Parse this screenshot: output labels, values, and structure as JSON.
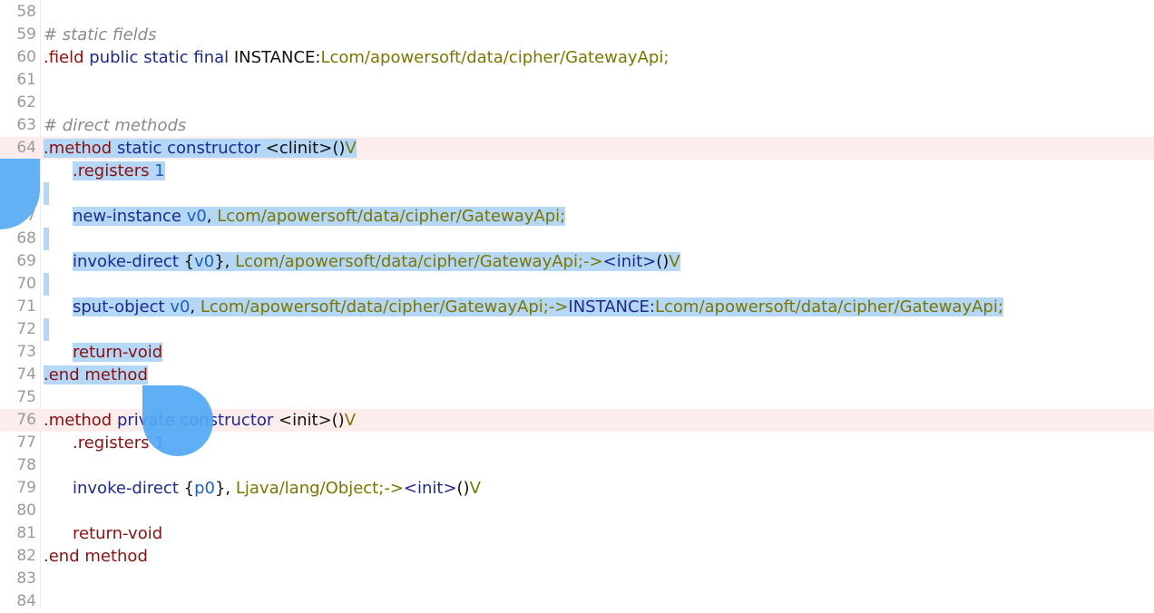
{
  "lines": [
    {
      "n": "58",
      "tokens": []
    },
    {
      "n": "59",
      "tokens": [
        {
          "c": "comment",
          "t": "# static fields"
        }
      ]
    },
    {
      "n": "60",
      "tokens": [
        {
          "c": "directive",
          "t": ".field"
        },
        {
          "c": "plain",
          "t": " "
        },
        {
          "c": "keyword",
          "t": "public"
        },
        {
          "c": "plain",
          "t": " "
        },
        {
          "c": "keyword",
          "t": "static"
        },
        {
          "c": "plain",
          "t": " "
        },
        {
          "c": "keyword",
          "t": "final"
        },
        {
          "c": "plain",
          "t": " INSTANCE:"
        },
        {
          "c": "type",
          "t": "Lcom/apowersoft/data/cipher/GatewayApi;"
        }
      ]
    },
    {
      "n": "61",
      "tokens": []
    },
    {
      "n": "62",
      "tokens": []
    },
    {
      "n": "63",
      "tokens": [
        {
          "c": "comment",
          "t": "# direct methods"
        }
      ]
    },
    {
      "n": "64",
      "hl": true,
      "tokens": [
        {
          "c": "directive",
          "t": ".method"
        },
        {
          "c": "plain",
          "t": " "
        },
        {
          "c": "keyword",
          "t": "static"
        },
        {
          "c": "plain",
          "t": " "
        },
        {
          "c": "keyword",
          "t": "constructor"
        },
        {
          "c": "plain",
          "t": " <clinit>()"
        },
        {
          "c": "type",
          "t": "V"
        }
      ]
    },
    {
      "n": "65",
      "indent": true,
      "tokens": [
        {
          "c": "directive",
          "t": ".registers"
        },
        {
          "c": "plain",
          "t": " "
        },
        {
          "c": "number",
          "t": "1"
        }
      ]
    },
    {
      "n": "66",
      "tokens": []
    },
    {
      "n": "67",
      "indent": true,
      "tokens": [
        {
          "c": "keyword",
          "t": "new-instance"
        },
        {
          "c": "plain",
          "t": " "
        },
        {
          "c": "reg",
          "t": "v0"
        },
        {
          "c": "plain",
          "t": ", "
        },
        {
          "c": "type",
          "t": "Lcom/apowersoft/data/cipher/GatewayApi;"
        }
      ]
    },
    {
      "n": "68",
      "tokens": []
    },
    {
      "n": "69",
      "indent": true,
      "tokens": [
        {
          "c": "keyword",
          "t": "invoke-direct"
        },
        {
          "c": "plain",
          "t": " {"
        },
        {
          "c": "reg",
          "t": "v0"
        },
        {
          "c": "plain",
          "t": "}, "
        },
        {
          "c": "type",
          "t": "Lcom/apowersoft/data/cipher/GatewayApi;"
        },
        {
          "c": "op",
          "t": "->"
        },
        {
          "c": "keyword",
          "t": "<init>"
        },
        {
          "c": "plain",
          "t": "()"
        },
        {
          "c": "type",
          "t": "V"
        }
      ]
    },
    {
      "n": "70",
      "tokens": []
    },
    {
      "n": "71",
      "indent": true,
      "tokens": [
        {
          "c": "keyword",
          "t": "sput-object"
        },
        {
          "c": "plain",
          "t": " "
        },
        {
          "c": "reg",
          "t": "v0"
        },
        {
          "c": "plain",
          "t": ", "
        },
        {
          "c": "type",
          "t": "Lcom/apowersoft/data/cipher/GatewayApi;"
        },
        {
          "c": "op",
          "t": "->"
        },
        {
          "c": "keyword",
          "t": "INSTANCE:"
        },
        {
          "c": "type",
          "t": "Lcom/apowersoft/data/cipher/GatewayApi;"
        }
      ]
    },
    {
      "n": "72",
      "tokens": []
    },
    {
      "n": "73",
      "indent": true,
      "tokens": [
        {
          "c": "directive",
          "t": "return-void"
        }
      ]
    },
    {
      "n": "74",
      "tokens": [
        {
          "c": "directive",
          "t": ".end method"
        }
      ]
    },
    {
      "n": "75",
      "tokens": []
    },
    {
      "n": "76",
      "hl": true,
      "tokens": [
        {
          "c": "directive",
          "t": ".method"
        },
        {
          "c": "plain",
          "t": " "
        },
        {
          "c": "keyword",
          "t": "private"
        },
        {
          "c": "plain",
          "t": " "
        },
        {
          "c": "keyword",
          "t": "constructor"
        },
        {
          "c": "plain",
          "t": " <init>()"
        },
        {
          "c": "type",
          "t": "V"
        }
      ]
    },
    {
      "n": "77",
      "indent": true,
      "tokens": [
        {
          "c": "directive",
          "t": ".registers"
        },
        {
          "c": "plain",
          "t": " "
        },
        {
          "c": "number",
          "t": "1"
        }
      ]
    },
    {
      "n": "78",
      "tokens": []
    },
    {
      "n": "79",
      "indent": true,
      "tokens": [
        {
          "c": "keyword",
          "t": "invoke-direct"
        },
        {
          "c": "plain",
          "t": " {"
        },
        {
          "c": "reg",
          "t": "p0"
        },
        {
          "c": "plain",
          "t": "}, "
        },
        {
          "c": "type",
          "t": "Ljava/lang/Object;"
        },
        {
          "c": "op",
          "t": "->"
        },
        {
          "c": "keyword",
          "t": "<init>"
        },
        {
          "c": "plain",
          "t": "()"
        },
        {
          "c": "type",
          "t": "V"
        }
      ]
    },
    {
      "n": "80",
      "tokens": []
    },
    {
      "n": "81",
      "indent": true,
      "tokens": [
        {
          "c": "directive",
          "t": "return-void"
        }
      ]
    },
    {
      "n": "82",
      "tokens": [
        {
          "c": "directive",
          "t": ".end method"
        }
      ]
    },
    {
      "n": "83",
      "tokens": []
    },
    {
      "n": "84",
      "tokens": []
    }
  ],
  "selection": {
    "start_line": "64",
    "end_line": "74"
  },
  "colors": {
    "selection": "#b3d7f5",
    "method_highlight": "#fdecec",
    "handle": "#62b1f5"
  }
}
